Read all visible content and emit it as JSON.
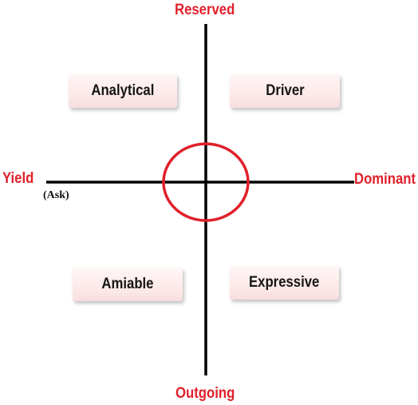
{
  "axes": {
    "top_label": "Reserved",
    "bottom_label": "Outgoing",
    "left_label": "Yield",
    "left_sublabel": "(Ask)",
    "right_label": "Dominant"
  },
  "quadrants": {
    "top_left": "Analytical",
    "top_right": "Driver",
    "bottom_left": "Amiable",
    "bottom_right": "Expressive"
  },
  "colors": {
    "axis_label": "#e0202a",
    "axis_line": "#000000",
    "center_circle": "#e0202a",
    "box_fill": "#fde9e9",
    "box_text": "#151515"
  }
}
